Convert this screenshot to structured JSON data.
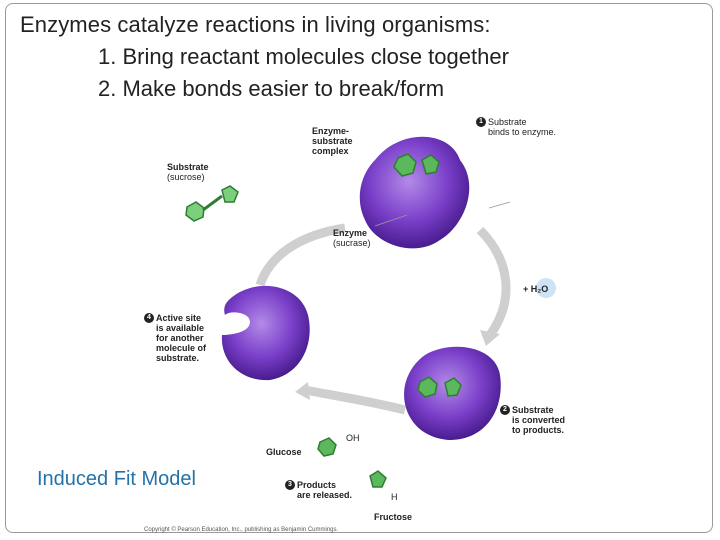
{
  "slide": {
    "heading": "Enzymes catalyze reactions in living organisms:",
    "points": [
      "1.  Bring reactant molecules close together",
      "2.  Make bonds easier to break/form"
    ],
    "caption": "Induced Fit Model"
  },
  "figure": {
    "substrate_label": "Substrate",
    "substrate_sub": "(sucrose)",
    "complex_label": [
      "Enzyme-",
      "substrate",
      "complex"
    ],
    "enzyme_label": "Enzyme",
    "enzyme_sub": "(sucrase)",
    "step1_num": "1",
    "step1_text": [
      "Substrate",
      "binds to enzyme."
    ],
    "water_label": "+ H₂O",
    "step2_num": "2",
    "step2_text": [
      "Substrate",
      "is converted",
      "to products."
    ],
    "step3_num": "3",
    "step3_text": [
      "Products",
      "are released."
    ],
    "step4_num": "4",
    "step4_text": [
      "Active site",
      "is available",
      "for another",
      "molecule of",
      "substrate."
    ],
    "glucose_label": "Glucose",
    "fructose_label": "Fructose",
    "oh_label": "OH",
    "h_label": "H",
    "copyright": "Copyright © Pearson Education, Inc., publishing as Benjamin Cummings."
  },
  "colors": {
    "enzyme": "#6b2fb8",
    "substrate": "#4caf50",
    "arrow": "#c8c8c8",
    "caption": "#2472a8"
  }
}
